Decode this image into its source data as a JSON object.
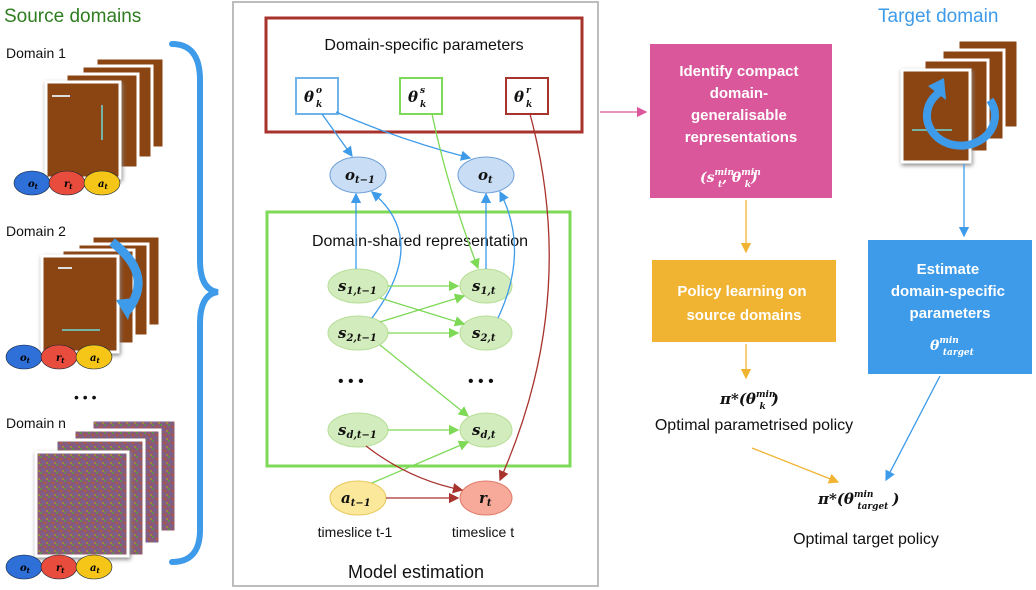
{
  "source": {
    "title": "Source domains",
    "domain1": "Domain 1",
    "domain2": "Domain 2",
    "dots": "• • •",
    "domainn": "Domain n",
    "o": "o",
    "r": "r",
    "a": "a",
    "sub": "t"
  },
  "model": {
    "specific_title": "Domain-specific parameters",
    "shared_title": "Domain-shared representation",
    "caption": "Model estimation",
    "theta": "θ",
    "k": "k",
    "o_sup": "o",
    "s_sup": "s",
    "r_sup": "r",
    "o_prev_base": "o",
    "o_prev_sub": "t−1",
    "o_t_base": "o",
    "o_t_sub": "t",
    "s_base": "s",
    "s1_prev_sub": "1,t−1",
    "s1_t_sub": "1,t",
    "s2_prev_sub": "2,t−1",
    "s2_t_sub": "2,t",
    "sd_prev_sub": "d,t−1",
    "sd_t_sub": "d,t",
    "ellipsis": "• • •",
    "a_base": "a",
    "a_sub": "t−1",
    "r_base": "r",
    "r_sub": "t",
    "timeslice_prev": "timeslice t-1",
    "timeslice_t": "timeslice t"
  },
  "pipeline": {
    "identify": [
      "Identify compact",
      "domain-",
      "generalisable",
      "representations"
    ],
    "identify_formula": "(s",
    "identify_sup": "min",
    "policy": [
      "Policy learning on",
      "source domains"
    ],
    "pi": "π*(θ",
    "pi_sup": "min",
    "pi_sub": "k",
    "optimal_param": "Optimal parametrised policy",
    "target_title": "Target domain",
    "estimate": [
      "Estimate",
      "domain-specific",
      "parameters"
    ],
    "estimate_theta": "θ",
    "estimate_sup": "min",
    "estimate_sub": "target",
    "pi_target_sub": "target",
    "optimal_target": "Optimal target policy"
  },
  "colors": {
    "green_title": "#2e7d1f",
    "blue_title": "#3d9be9",
    "red_box": "#a8322c",
    "green_box": "#7ed957",
    "pink": "#d9579a",
    "gold": "#f0b332",
    "blue": "#3d9be9"
  }
}
